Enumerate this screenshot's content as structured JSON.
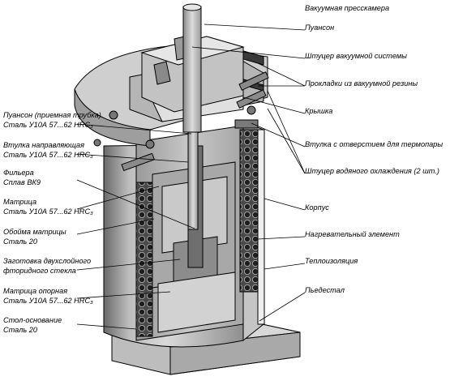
{
  "title": "Вакуумная пресскамера",
  "right_labels": [
    "Пуансон",
    "Штуцер вакуумной системы",
    "Прокладки из вакуумной резины",
    "Крышка",
    "Втулка с отверстием для термопары",
    "Штуцер водяного охлаждения (2 шт.)",
    "Корпус",
    "Нагревательный элемент",
    "Теплоизоляция",
    "Пьедестал"
  ],
  "left_labels": [
    {
      "name": "Пуансон (приемная трубка)",
      "material": "Сталь У10А  57...62 HRC₃"
    },
    {
      "name": "Втулка направляющая",
      "material": "Сталь У10А  57...62 HRC₃"
    },
    {
      "name": "Фильера",
      "material": "Сплав ВК9"
    },
    {
      "name": "Матрица",
      "material": "Сталь У10А  57...62 HRC₃"
    },
    {
      "name": "Обойма матрицы",
      "material": "Сталь 20"
    },
    {
      "name": "Заготовка двухслойного",
      "material": "фторидного стекла"
    },
    {
      "name": "Матрица опорная",
      "material": "Сталь У10А  57...62 HRC₃"
    },
    {
      "name": "Стол-основание",
      "material": "Сталь 20"
    }
  ]
}
